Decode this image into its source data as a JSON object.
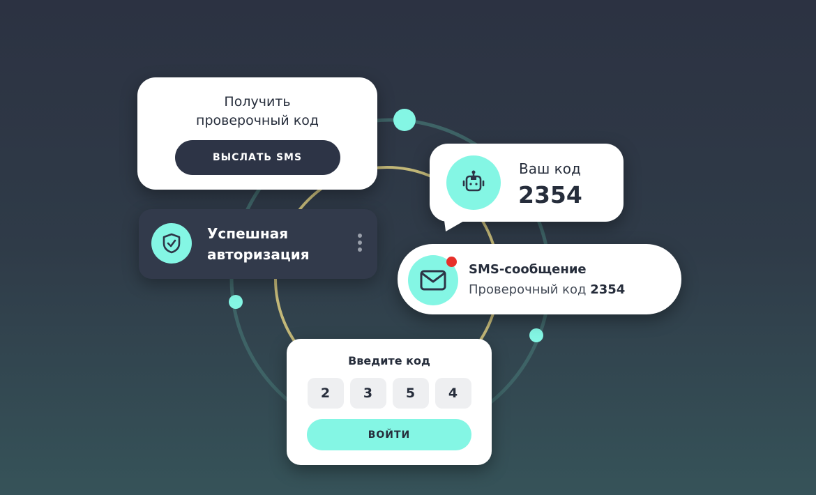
{
  "get_code_card": {
    "title_line1": "Получить",
    "title_line2": "проверочный код",
    "send_button": "ВЫСЛАТЬ SMS"
  },
  "auth_card": {
    "line1": "Успешная",
    "line2": "авторизация"
  },
  "code_bubble": {
    "label": "Ваш код",
    "code": "2354"
  },
  "sms_card": {
    "title": "SMS-сообщение",
    "text": "Проверочный код",
    "code": "2354"
  },
  "enter_card": {
    "title": "Введите код",
    "digits": [
      "2",
      "3",
      "5",
      "4"
    ],
    "login_button": "ВОЙТИ"
  },
  "colors": {
    "accent": "#84f6e4",
    "dark": "#2d3446",
    "badge": "#e7302a",
    "ring_gold": "#c3b878",
    "ring_teal": "#3e6366"
  }
}
